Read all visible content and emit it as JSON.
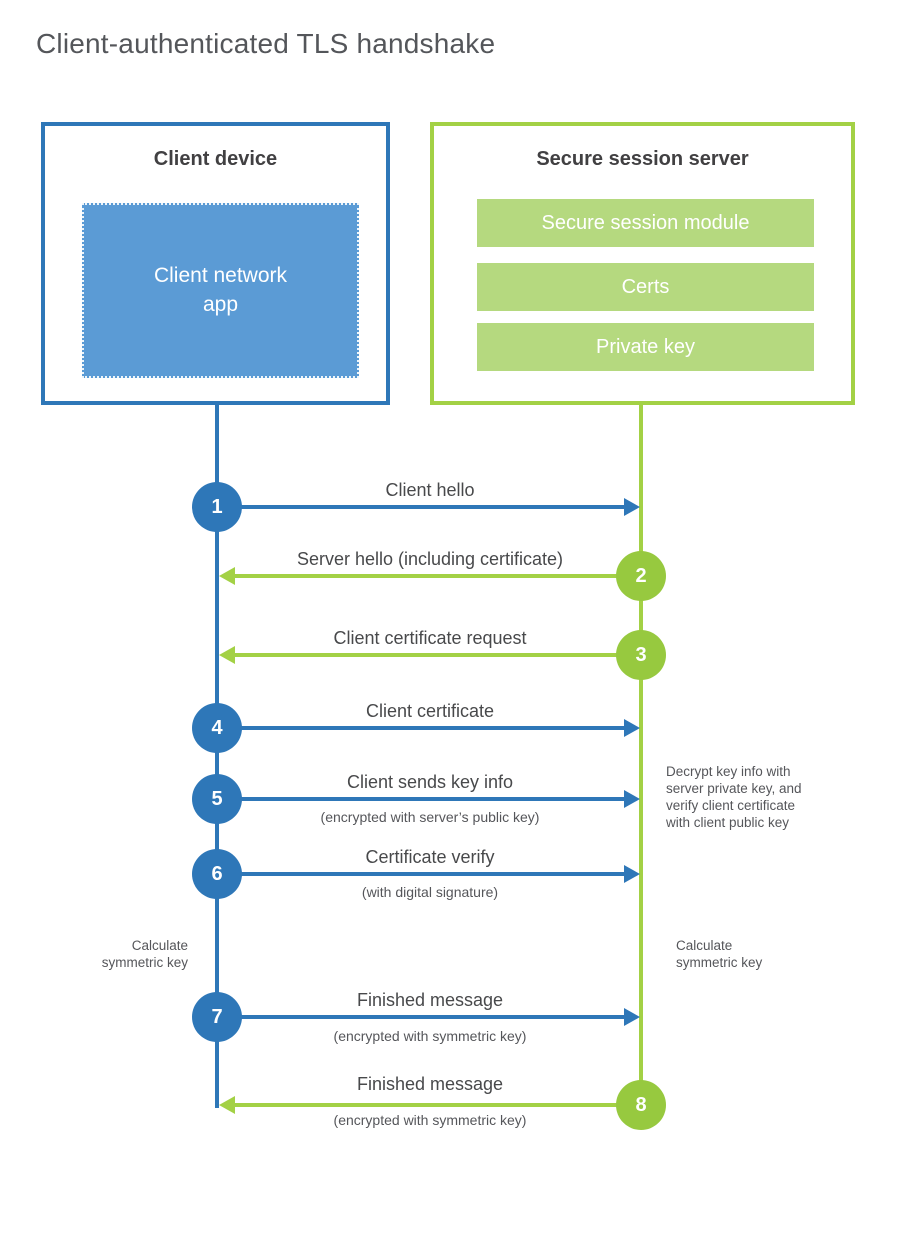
{
  "title": "Client-authenticated TLS handshake",
  "client": {
    "heading": "Client device",
    "app_label": "Client network\napp"
  },
  "server": {
    "heading": "Secure session server",
    "modules": [
      "Secure session module",
      "Certs",
      "Private key"
    ]
  },
  "steps": [
    {
      "num": "1",
      "label": "Client hello",
      "sub": "",
      "from": "client",
      "direction": "right"
    },
    {
      "num": "2",
      "label": "Server hello (including certificate)",
      "sub": "",
      "from": "server",
      "direction": "left"
    },
    {
      "num": "3",
      "label": "Client certificate request",
      "sub": "",
      "from": "server",
      "direction": "left"
    },
    {
      "num": "4",
      "label": "Client certificate",
      "sub": "",
      "from": "client",
      "direction": "right"
    },
    {
      "num": "5",
      "label": "Client sends key info",
      "sub": "(encrypted with server’s public key)",
      "from": "client",
      "direction": "right"
    },
    {
      "num": "6",
      "label": "Certificate verify",
      "sub": "(with digital signature)",
      "from": "client",
      "direction": "right"
    },
    {
      "num": "7",
      "label": "Finished message",
      "sub": "(encrypted with symmetric key)",
      "from": "client",
      "direction": "right"
    },
    {
      "num": "8",
      "label": "Finished message",
      "sub": "(encrypted with symmetric key)",
      "from": "server",
      "direction": "left"
    }
  ],
  "notes": {
    "decrypt": "Decrypt key info with\nserver private key, and\nverify client certificate\nwith client public key",
    "calc_left": "Calculate\nsymmetric key",
    "calc_right": "Calculate\nsymmetric key"
  },
  "colors": {
    "blue": "#2e77b8",
    "blue_fill": "#5b9bd5",
    "green_line": "#a3d145",
    "green_circle": "#97c93f",
    "green_fill": "#b5d97f",
    "heading_text": "#414042",
    "title_text": "#54565a",
    "label_text": "#48494b"
  }
}
